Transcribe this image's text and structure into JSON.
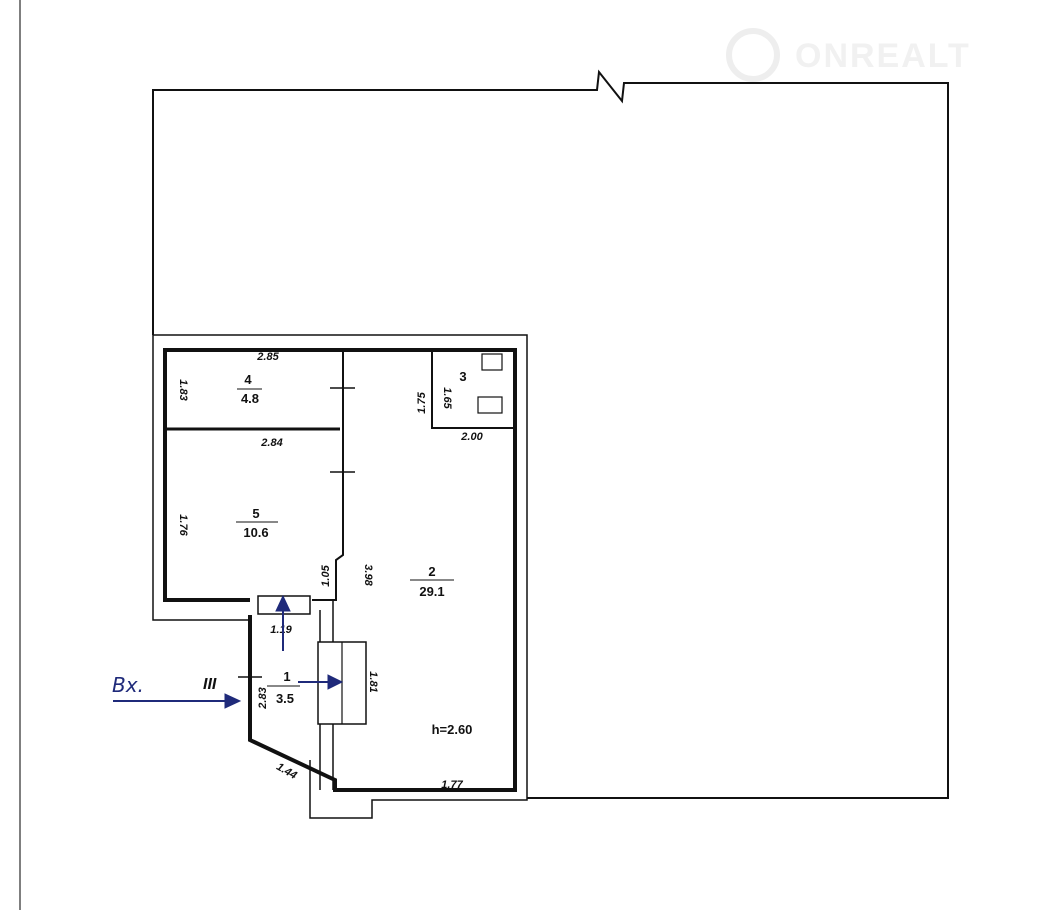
{
  "watermark": {
    "text": "ONREALT",
    "icon": "house-icon"
  },
  "rooms": [
    {
      "number": "4",
      "area": "4.8"
    },
    {
      "number": "5",
      "area": "10.6"
    },
    {
      "number": "2",
      "area": "29.1"
    },
    {
      "number": "3"
    },
    {
      "number": "1",
      "area": "3.5"
    }
  ],
  "dimensions": {
    "room4_top": "2.85",
    "room4_left": "1.83",
    "room5_top": "2.84",
    "room5_left": "1.76",
    "room5_right": "1.05",
    "room2_left": "3.98",
    "room3_left_outer": "1.75",
    "room3_left_inner": "1.65",
    "room3_bottom": "2.00",
    "room1_top": "1.19",
    "closet": "1.81",
    "room1_left": "2.83",
    "room1_diag": "1.44",
    "room2_bottom": "1.77"
  },
  "ceiling_height": "h=2.60",
  "entrance": {
    "label": "Bx.",
    "marker": "III"
  },
  "colors": {
    "wall": "#111111",
    "annotation": "#1f2a7a"
  }
}
